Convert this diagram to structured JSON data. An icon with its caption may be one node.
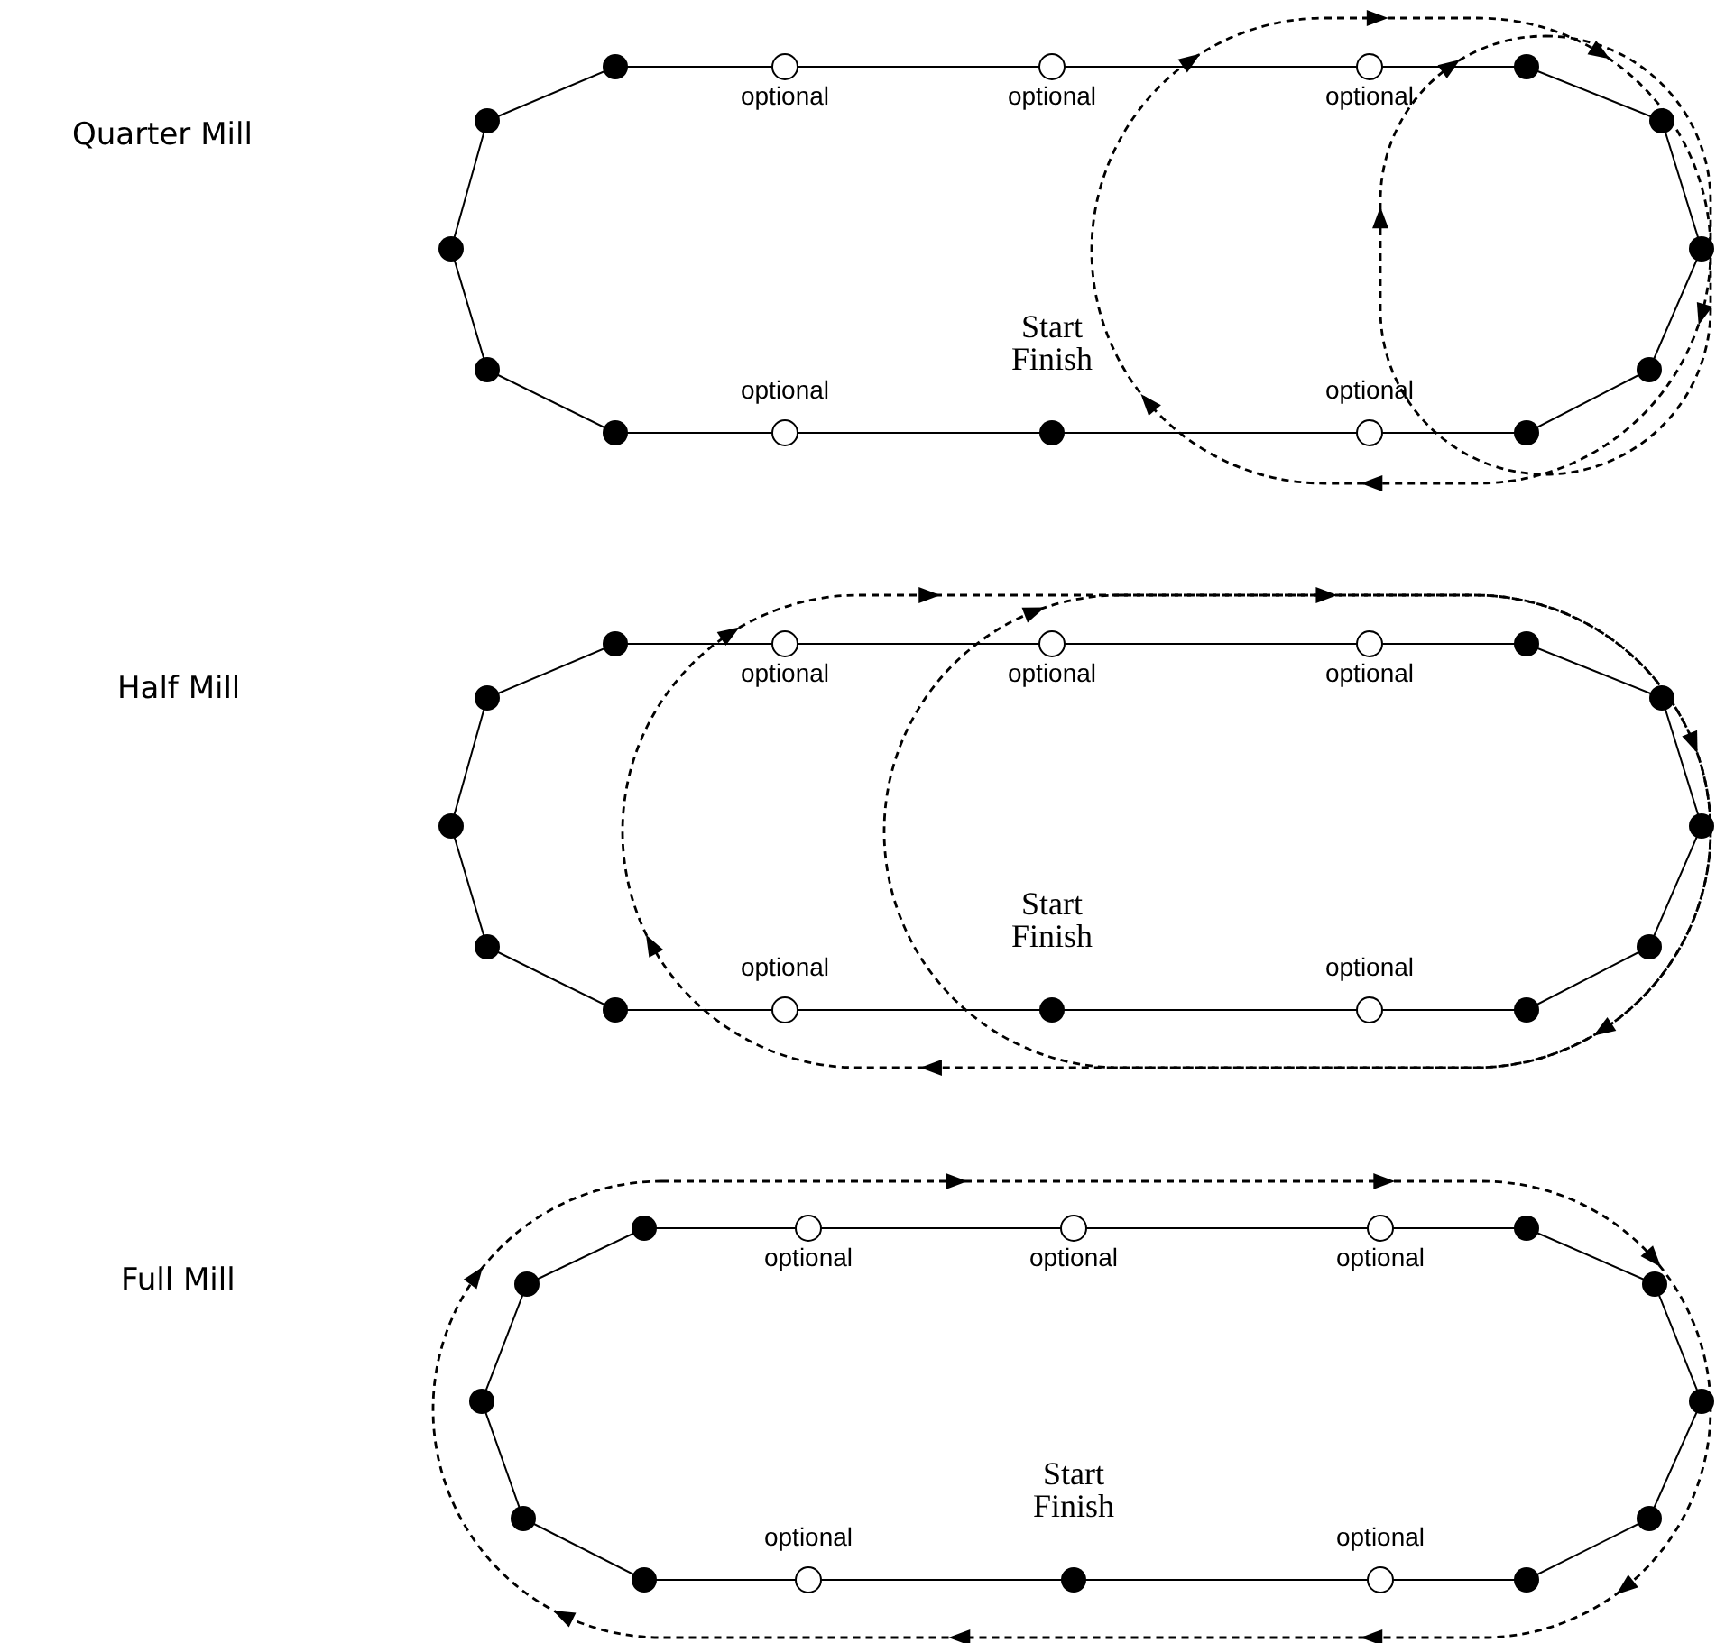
{
  "diagram": {
    "labels": [
      "Quarter Mill",
      "optional",
      "optional",
      "optional",
      "Start Finish",
      "optional",
      "optional",
      "Half Mill",
      "optional",
      "optional",
      "optional",
      "Start Finish",
      "optional",
      "optional",
      "Full Mill",
      "optional",
      "optional",
      "optional",
      "Start Finish",
      "optional",
      "optional"
    ]
  }
}
